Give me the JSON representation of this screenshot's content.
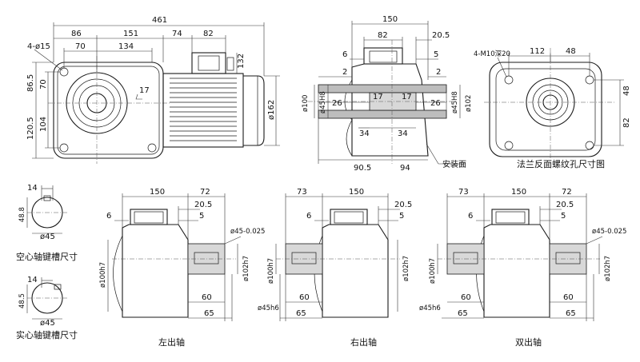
{
  "front_view": {
    "dims": {
      "overall": "461",
      "w86": "86",
      "w151": "151",
      "w74": "74",
      "w82": "82",
      "w70": "70",
      "w134": "134",
      "hole": "4-ø15",
      "h86_5": "86.5",
      "h70": "70",
      "h120_5": "120.5",
      "h104": "104",
      "h132": "132",
      "d162": "ø162",
      "d17": "17"
    }
  },
  "side_view": {
    "dims": {
      "w150": "150",
      "w82": "82",
      "w20_5": "20.5",
      "w6": "6",
      "w5": "5",
      "w2a": "2",
      "w2b": "2",
      "d100": "ø100",
      "d45H8": "ø45H8",
      "d45H8b": "ø45H8",
      "d102": "ø102",
      "w26a": "26",
      "w17a": "17",
      "w17b": "17",
      "w26b": "26",
      "w34a": "34",
      "w34b": "34",
      "w90_5": "90.5",
      "w94": "94"
    },
    "mount_label": "安装面"
  },
  "flange_view": {
    "dims": {
      "thread": "4-M10深20",
      "w112": "112",
      "w48": "48",
      "h48": "48",
      "h82": "82"
    },
    "caption": "法兰反面螺纹孔尺寸图"
  },
  "keyway_hollow": {
    "dims": {
      "w14": "14",
      "h48_8": "48.8",
      "d45": "ø45"
    },
    "caption": "空心轴键槽尺寸"
  },
  "keyway_solid": {
    "dims": {
      "w14": "14",
      "h48_5": "48.5",
      "d45": "ø45"
    },
    "caption": "实心轴键槽尺寸"
  },
  "left_shaft": {
    "dims": {
      "w150": "150",
      "w72": "72",
      "w20_5": "20.5",
      "w6": "6",
      "w5": "5",
      "d45tol": "ø45-0.025",
      "d100h7": "ø100h7",
      "d102h7": "ø102h7",
      "w60": "60",
      "w65": "65"
    },
    "caption": "左出轴"
  },
  "right_shaft": {
    "dims": {
      "w73": "73",
      "w150": "150",
      "w20_5": "20.5",
      "w6": "6",
      "w5": "5",
      "d100h7": "ø100h7",
      "d102h7": "ø102h7",
      "d45h6": "ø45h6",
      "w60": "60",
      "w65": "65"
    },
    "caption": "右出轴"
  },
  "double_shaft": {
    "dims": {
      "w73": "73",
      "w150": "150",
      "w72": "72",
      "w20_5": "20.5",
      "w6": "6",
      "w5": "5",
      "d45tol": "ø45-0.025",
      "d100h7": "ø100h7",
      "d102h7": "ø102h7",
      "d45h6": "ø45h6",
      "w60a": "60",
      "w65a": "65",
      "w60b": "60",
      "w65b": "65"
    },
    "caption": "双出轴"
  }
}
